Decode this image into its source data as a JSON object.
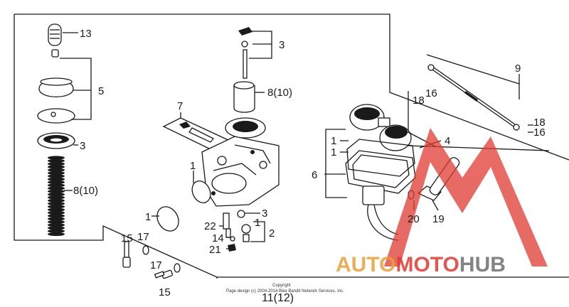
{
  "callouts": {
    "c13": "13",
    "c5": "5",
    "c3_left": "3",
    "c8_left": "8(10)",
    "c7": "7",
    "c3_top": "3",
    "c8_top": "8(10)",
    "c1_body": "1",
    "c1_ring": "1",
    "c3_mid": "3",
    "c22": "22",
    "c1_mid": "1",
    "c2": "2",
    "c14": "14",
    "c21": "21",
    "c15_a": "15",
    "c17_a": "17",
    "c17_b": "17",
    "c15_b": "15",
    "c9": "9",
    "c18_a": "18",
    "c16_a": "16",
    "c18_b": "18",
    "c16_b": "16",
    "c1_r1": "1",
    "c1_r2": "1",
    "c4": "4",
    "c6": "6",
    "c20": "20",
    "c19": "19",
    "c11": "11(12)"
  },
  "copyright": {
    "line1": "Copyright",
    "line2": "Page design (c) 2004-2014 Bike Bandit Network Services, Inc."
  },
  "watermark": {
    "auto": "AUTO",
    "moto": "MOTO",
    "hub": "HUB",
    "color_accent": "#e8a13a",
    "color_red": "#e03a32",
    "color_gray": "#6e6e6e"
  }
}
